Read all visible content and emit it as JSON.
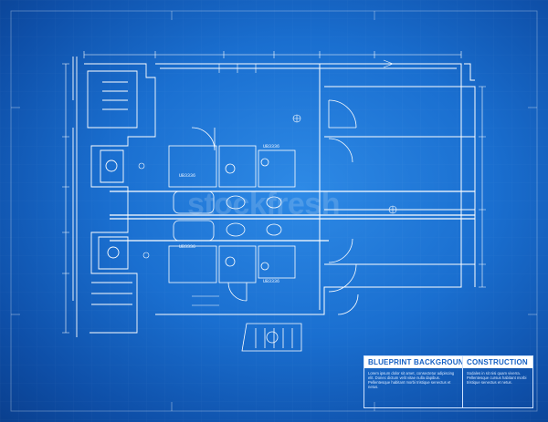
{
  "title_block": {
    "left_title": "BLUEPRINT BACKGROUND",
    "left_body": "Lorem ipsum dolor sit amet, consectetur adipiscing elit. Donec dictum velit vitae nulla dapibus. Pellentesque habitant morbi tristique senectus et netus.",
    "right_title": "CONSTRUCTION",
    "right_body": "Sodales in sit nisi quam viverra. Pellentesque cursus habitant morbi tristique senectus et netus."
  },
  "watermark": "stockfresh",
  "room_labels": {
    "a": "UB3336",
    "b": "UB3336",
    "c": "UB3336",
    "d": "UB3336"
  },
  "colors": {
    "background": "#1a6fd0",
    "lines": "#ffffff",
    "title_head_bg": "#ffffff",
    "title_head_text": "#1560c4"
  }
}
